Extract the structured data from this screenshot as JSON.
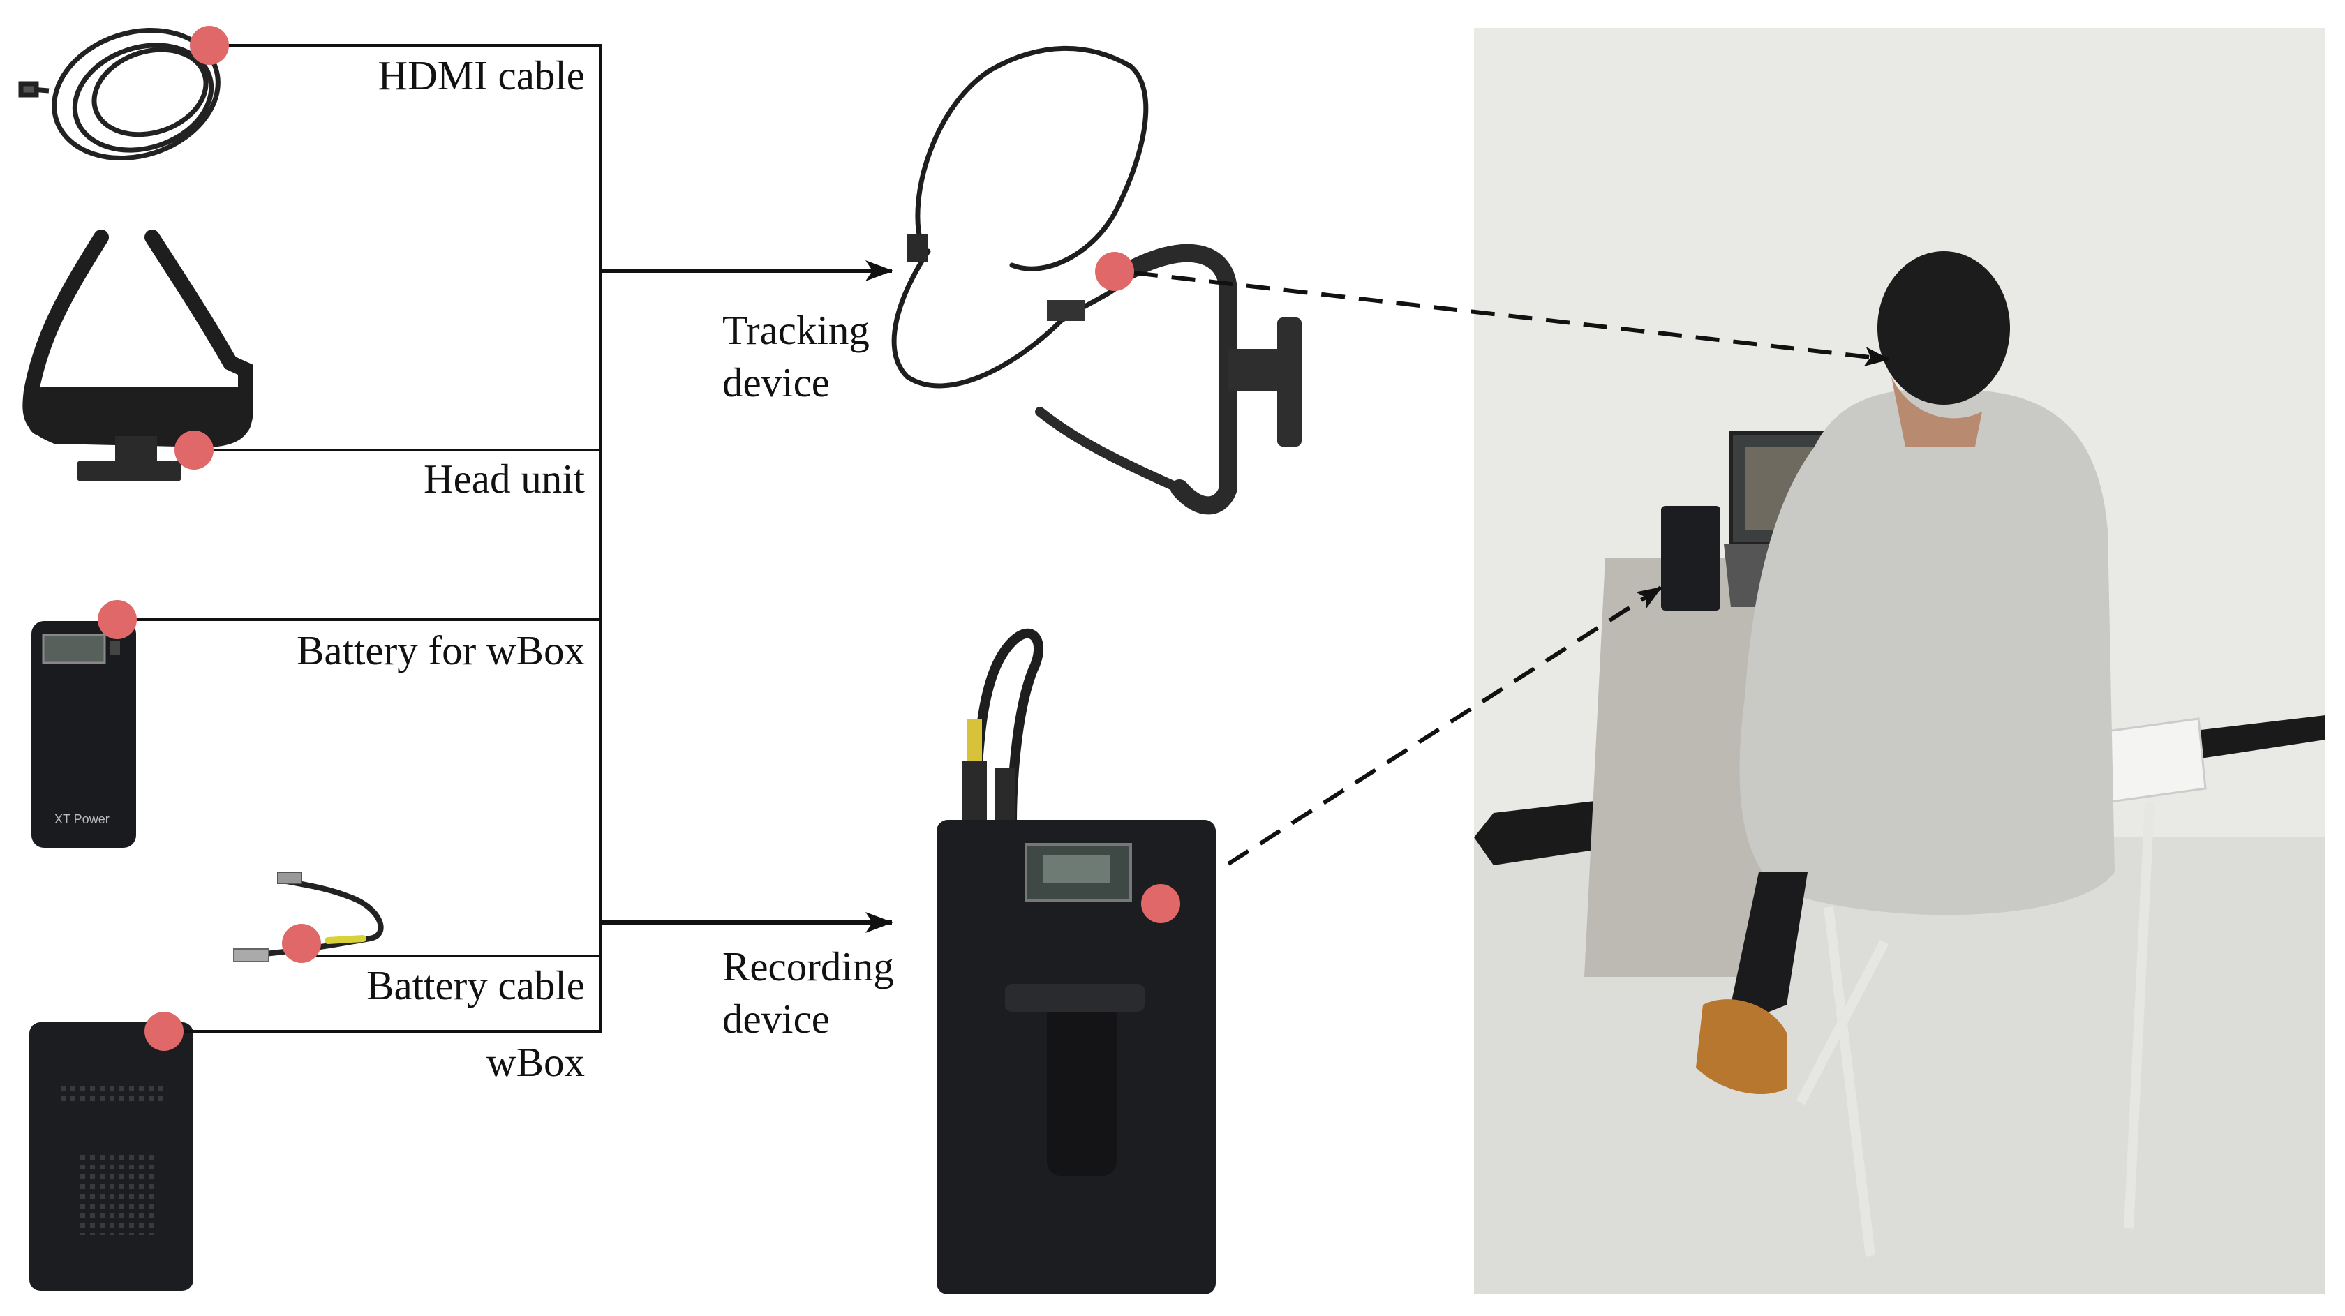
{
  "components": {
    "hdmi_cable": "HDMI cable",
    "head_unit": "Head unit",
    "battery_for_wbox": "Battery for wBox",
    "battery_cable": "Battery cable",
    "wbox": "wBox"
  },
  "devices": {
    "tracking_line1": "Tracking",
    "tracking_line2": "device",
    "recording_line1": "Recording",
    "recording_line2": "device"
  },
  "device_lcd_brand": "XT Power",
  "colors": {
    "marker": "#e06868",
    "line": "#111111",
    "device_body": "#1c1d20",
    "photo_wall": "#e9e9e6",
    "photo_floor": "#dcdcd8"
  }
}
